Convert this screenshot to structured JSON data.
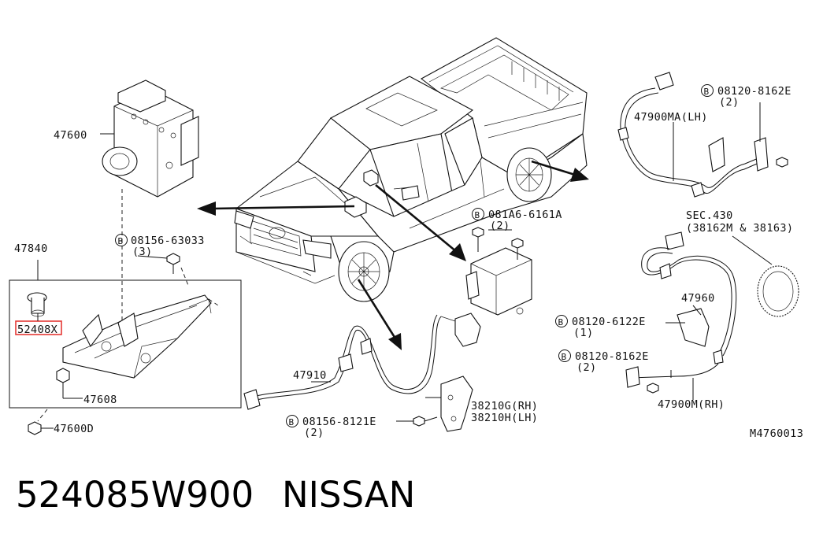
{
  "labels": {
    "abs_actuator": "47600",
    "bracket_assy": "47840",
    "bushing_highlighted": "52408X",
    "nut": "47608",
    "bolt_bottom": "47600D",
    "bolt_top": "08156-63033",
    "bolt_top_qty": "(3)",
    "bolt_controller": "081A6-6161A",
    "bolt_controller_qty": "(2)",
    "sensor_front_lh": "47900MA(LH)",
    "bolt_front_top": "08120-8162E",
    "bolt_front_top_qty": "(2)",
    "sec_ref": "SEC.430",
    "sec_ref_parts": "(38162M & 38163)",
    "sensor_ring": "47960",
    "bolt_right_mid": "08120-6122E",
    "bolt_right_mid_qty": "(1)",
    "bolt_right_low": "08120-8162E",
    "bolt_right_low_qty": "(2)",
    "sensor_rear_rh": "47900M(RH)",
    "harness_front": "47910",
    "bolt_front_low": "08156-8121E",
    "bolt_front_low_qty": "(2)",
    "bracket_rh": "38210G(RH)",
    "bracket_lh": "38210H(LH)",
    "diagram_code": "M4760013",
    "b_marker": "B"
  },
  "caption": {
    "part_number": "524085W900",
    "brand": "NISSAN"
  },
  "colors": {
    "highlight": "#e53935",
    "ink": "#111111"
  }
}
